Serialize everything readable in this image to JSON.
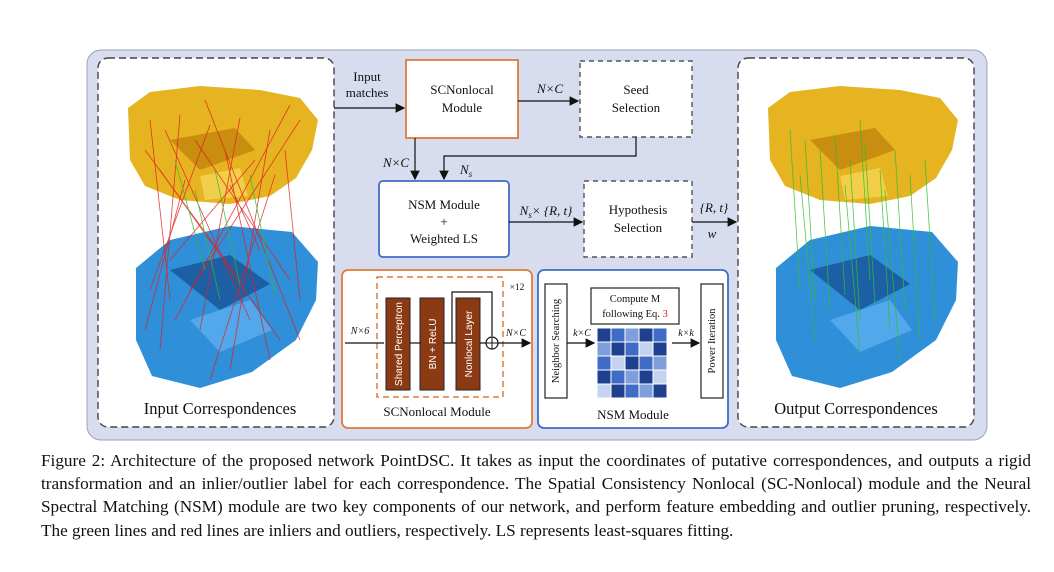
{
  "figure": {
    "left_panel_title": "Input Correspondences",
    "right_panel_title": "Output Correspondences",
    "input_label_line1": "Input",
    "input_label_line2": "matches",
    "scnonlocal_box_line1": "SCNonlocal",
    "scnonlocal_box_line2": "Module",
    "nxc_top": "N×C",
    "seed_box_line1": "Seed",
    "seed_box_line2": "Selection",
    "nxc_left": "N×C",
    "ns_label": "N",
    "ns_sub": "s",
    "nsm_box_line1": "NSM Module",
    "nsm_box_line2": "+",
    "nsm_box_line3": "Weighted LS",
    "ns_rt_label": "N",
    "ns_rt_sub": "s",
    "ns_rt_rest": "× {R, t}",
    "hyp_box_line1": "Hypothesis",
    "hyp_box_line2": "Selection",
    "rt_out": "{R, t}",
    "w_out": "w",
    "scnl_detail": {
      "repeat": "×12",
      "input_dim": "N×6",
      "output_dim": "N×C",
      "layer1": "Shared Perceptron",
      "layer2": "BN + ReLU",
      "layer3": "Nonlocal Layer",
      "title": "SCNonlocal Module"
    },
    "nsm_detail": {
      "neighbor": "Neighbor Searching",
      "compute_line1": "Compute M",
      "compute_line2_prefix": "following Eq. ",
      "compute_eq": "3",
      "kxc": "k×C",
      "kxk": "k×k",
      "power": "Power Iteration",
      "title": "NSM Module"
    },
    "colors": {
      "outer_bg": "#d7ddee",
      "orange": "#e07b39",
      "blue": "#3f6cc4",
      "layer_fill": "#8b3a14",
      "eq_ref": "#d02020",
      "inlier": "#2fbf2f",
      "outlier": "#e02020",
      "yellow_cloud": "#e6b321",
      "blue_cloud": "#2f8fd8"
    }
  },
  "caption": {
    "prefix": "Figure 2: ",
    "text": "Architecture of the proposed network PointDSC. It takes as input the coordinates of putative correspondences, and outputs a rigid transformation and an inlier/outlier label for each correspondence. The Spatial Consistency Nonlocal (SC-Nonlocal) module and the Neural Spectral Matching (NSM) module are two key components of our network, and perform feature embedding and outlier pruning, respectively. The green lines and red lines are inliers and outliers, respectively. LS represents least-squares fitting."
  }
}
